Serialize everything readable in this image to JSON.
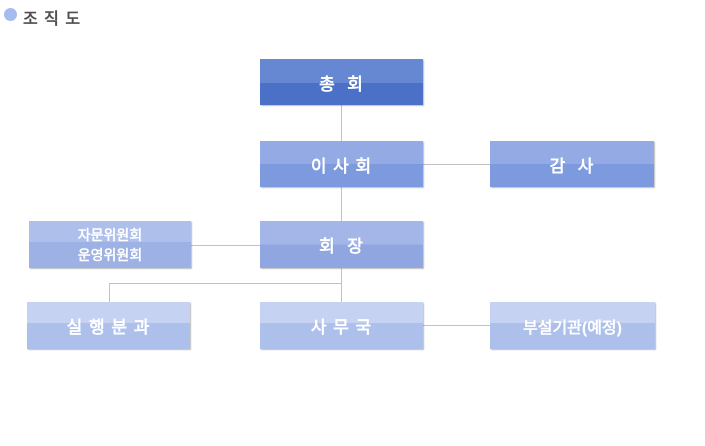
{
  "page": {
    "title": "조 직 도"
  },
  "chart": {
    "type": "org-chart",
    "nodes": {
      "assembly": {
        "label": "총  회",
        "tier": 1
      },
      "board": {
        "label": "이 사 회",
        "tier": 2
      },
      "auditor": {
        "label": "감  사",
        "tier": 2
      },
      "committees": {
        "line1": "자문위원회",
        "line2": "운영위원회",
        "tier": 3
      },
      "chairman": {
        "label": "회  장",
        "tier": 3
      },
      "subcommittee": {
        "label": "실 행 분 과",
        "tier": 4
      },
      "secretariat": {
        "label": "사 무 국",
        "tier": 4
      },
      "affiliate": {
        "label": "부설기관(예정)",
        "tier": 4
      }
    },
    "edges": [
      [
        "assembly",
        "board"
      ],
      [
        "board",
        "auditor"
      ],
      [
        "board",
        "chairman"
      ],
      [
        "committees",
        "chairman"
      ],
      [
        "chairman",
        "subcommittee"
      ],
      [
        "chairman",
        "secretariat"
      ],
      [
        "secretariat",
        "affiliate"
      ]
    ],
    "colors": {
      "tier1_top": "#6687d2",
      "tier1_bottom": "#4a70c8",
      "tier2_top": "#93aae4",
      "tier2_bottom": "#7e9ade",
      "tier3_top": "#a4b6e8",
      "tier3_bottom": "#8fa6e1",
      "tier3b_top": "#aebfeb",
      "tier3b_bottom": "#9db1e5",
      "tier4_top": "#c6d2f2",
      "tier4_bottom": "#adc0ec",
      "node_text": "#ffffff",
      "connector": "#c2c2c2",
      "title_text": "#4f4f4f",
      "bullet": "#a7bcee"
    }
  }
}
